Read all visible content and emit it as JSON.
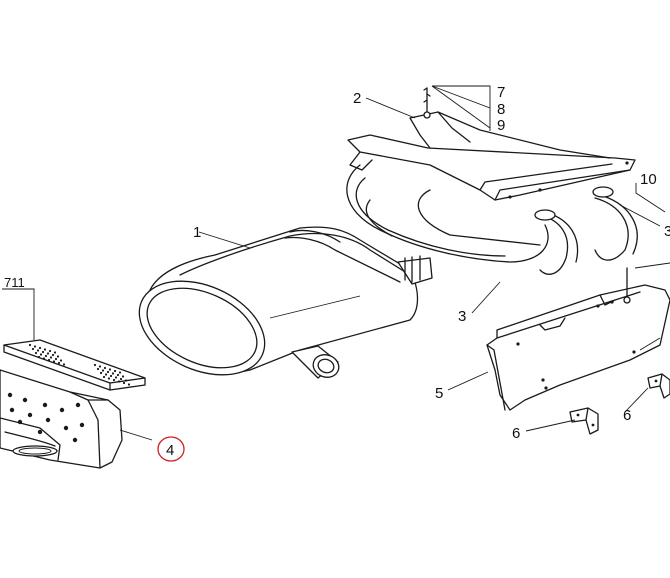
{
  "labels": {
    "l1": "1",
    "l2": "2",
    "l3a": "3",
    "l3b": "3",
    "l4": "4",
    "l5": "5",
    "l6a": "6",
    "l6b": "6",
    "l7": "7",
    "l8": "8",
    "l9": "9",
    "l10": "10",
    "l711": "711"
  },
  "colors": {
    "line": "#1a1a1a",
    "highlight_circle": "#cc2222",
    "background": "#ffffff"
  }
}
